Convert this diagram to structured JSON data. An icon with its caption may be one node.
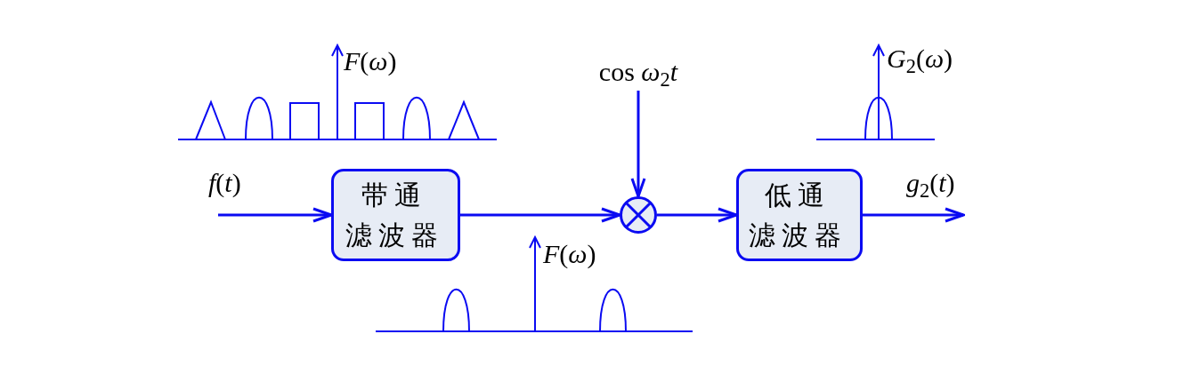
{
  "diagram": {
    "nodes": [
      {
        "text": [
          "带通滤波器"
        ]
      },
      {
        "text": [],
        "shape": "circle"
      },
      {
        "text": [
          "低通滤波器"
        ]
      },
      {
        "text": [
          "cos *ω*$_{2}$*t*"
        ]
      }
    ],
    "edges": [
      {
        "from": null,
        "to": 0,
        "arrow": "to",
        "label": "*f*(*t*)"
      },
      {
        "from": 0,
        "to": 1,
        "arrow": "to"
      },
      {
        "from": 3,
        "to": 1,
        "arrow": "to"
      },
      {
        "from": 1,
        "to": 2,
        "arrow": "to"
      },
      {
        "from": 2,
        "to": null,
        "arrow": "to",
        "label": "*g*$_{2}$(*t*)"
      }
    ],
    "labels": [
      "*F*(*ω*)",
      "*G*$_{2}$(*ω*)",
      "*F*(*ω*)"
    ]
  }
}
